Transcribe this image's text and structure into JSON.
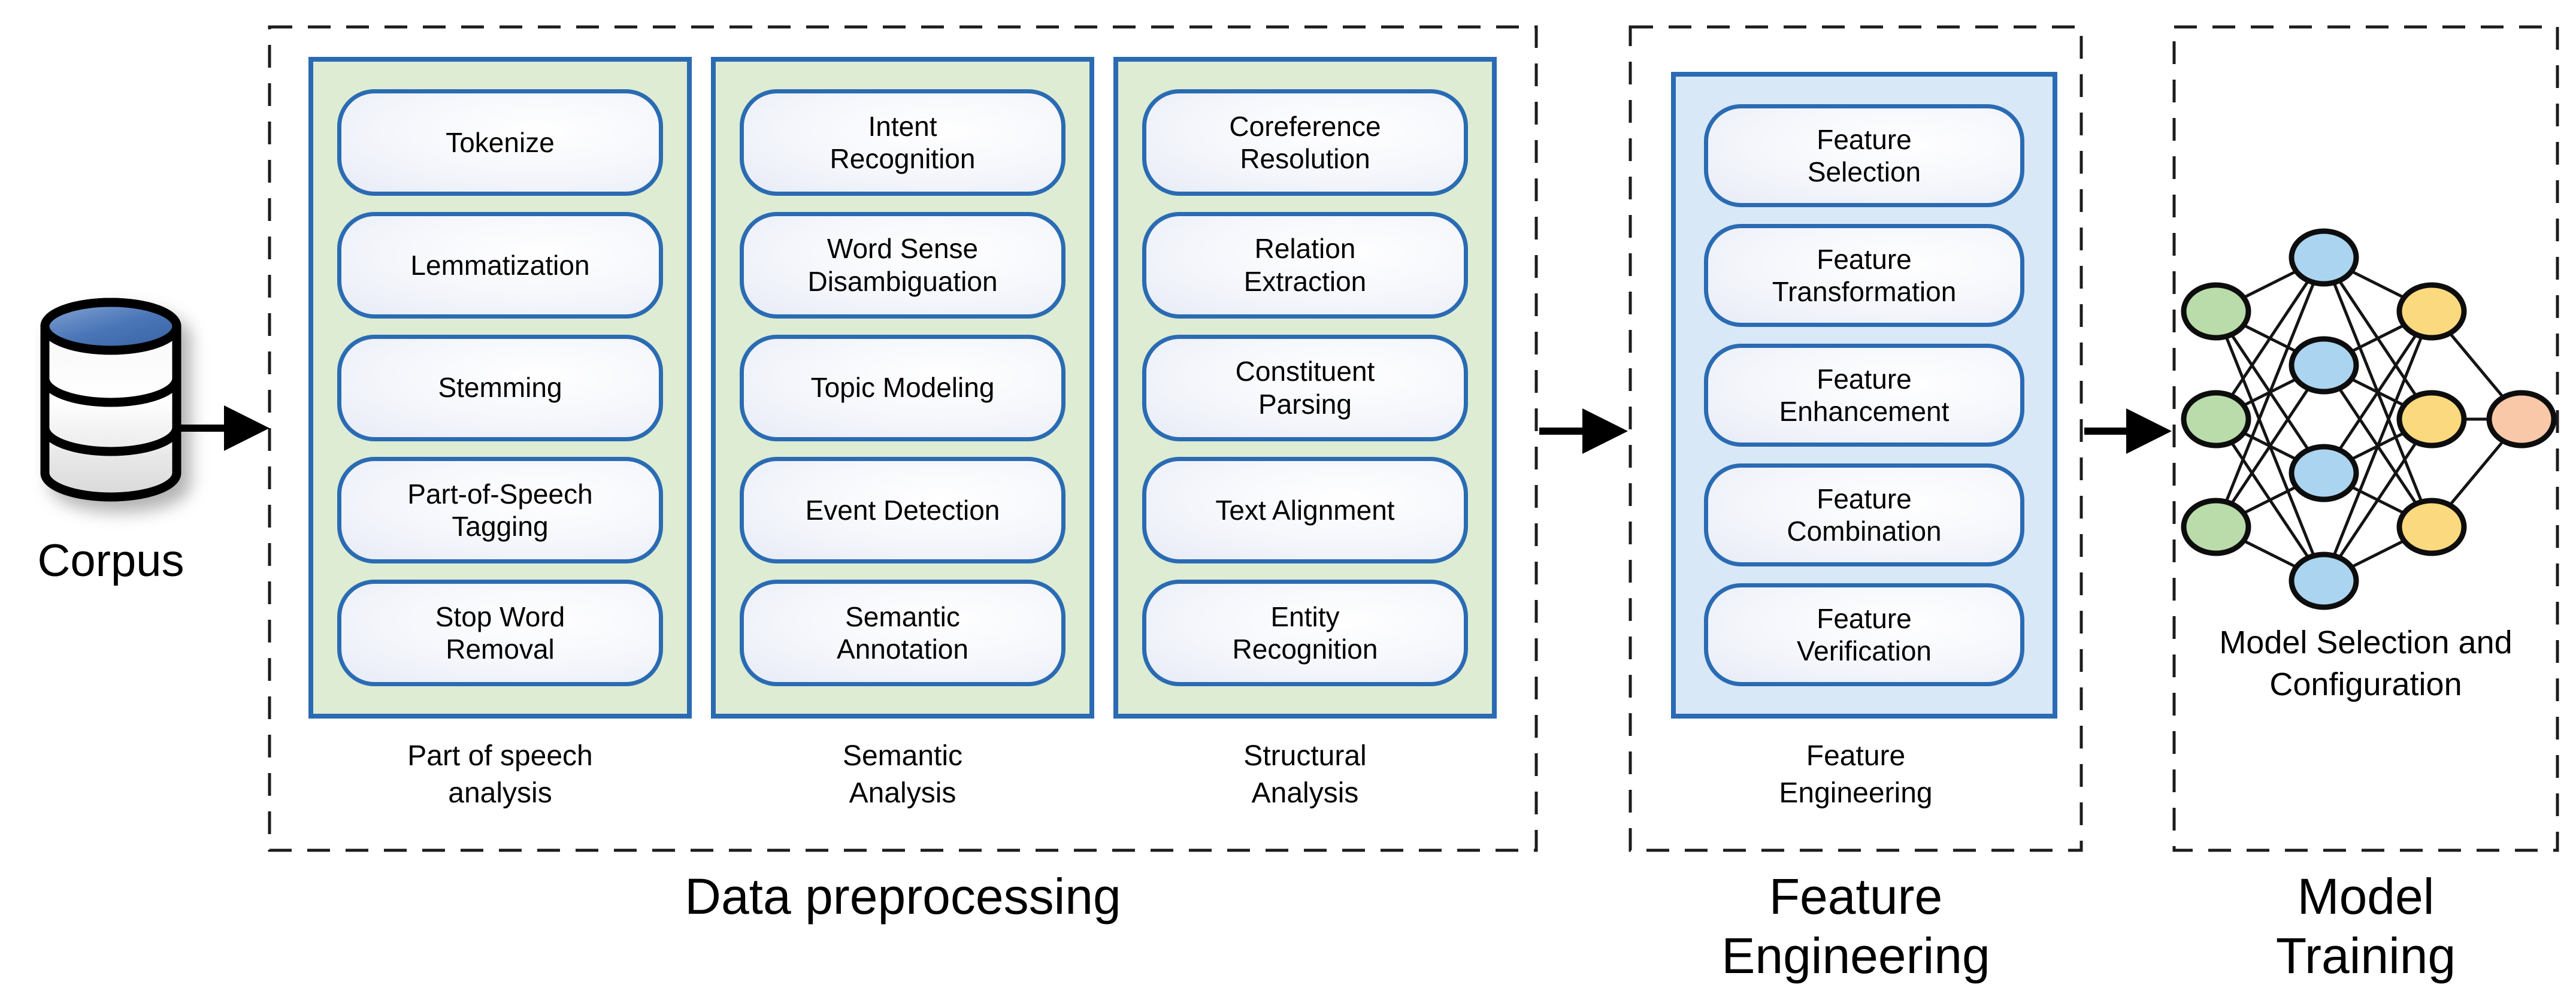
{
  "colors": {
    "panel_green": "#ddecd2",
    "panel_blue": "#d9e8f6",
    "panel_border_blue": "#2a6bb3",
    "pill_border_blue": "#2a6bb3",
    "dashed_border": "#1c1c1c",
    "database_top_blue": "#4a76b8",
    "node_green": "#b9dcaa",
    "node_blue": "#aad4f0",
    "node_yellow": "#fbd97e",
    "node_orange": "#f9c8a8"
  },
  "corpus": {
    "label": "Corpus"
  },
  "preprocessing": {
    "title": "Data preprocessing",
    "columns": [
      {
        "label": "Part of speech\nanalysis",
        "items": [
          "Tokenize",
          "Lemmatization",
          "Stemming",
          "Part-of-Speech\nTagging",
          "Stop Word\nRemoval"
        ]
      },
      {
        "label": "Semantic\nAnalysis",
        "items": [
          "Intent\nRecognition",
          "Word Sense\nDisambiguation",
          "Topic Modeling",
          "Event Detection",
          "Semantic\nAnnotation"
        ]
      },
      {
        "label": "Structural\nAnalysis",
        "items": [
          "Coreference\nResolution",
          "Relation\nExtraction",
          "Constituent\nParsing",
          "Text Alignment",
          "Entity\nRecognition"
        ]
      }
    ]
  },
  "feature_engineering": {
    "panel_label": "Feature\nEngineering",
    "title": "Feature\nEngineering",
    "items": [
      "Feature\nSelection",
      "Feature\nTransformation",
      "Feature\nEnhancement",
      "Feature\nCombination",
      "Feature\nVerification"
    ]
  },
  "model_training": {
    "title": "Model\nTraining",
    "caption": "Model Selection and\nConfiguration",
    "network": {
      "layers": [
        3,
        4,
        3,
        1
      ],
      "layer_colors": [
        "#b9dcaa",
        "#aad4f0",
        "#fbd97e",
        "#f9c8a8"
      ]
    }
  }
}
